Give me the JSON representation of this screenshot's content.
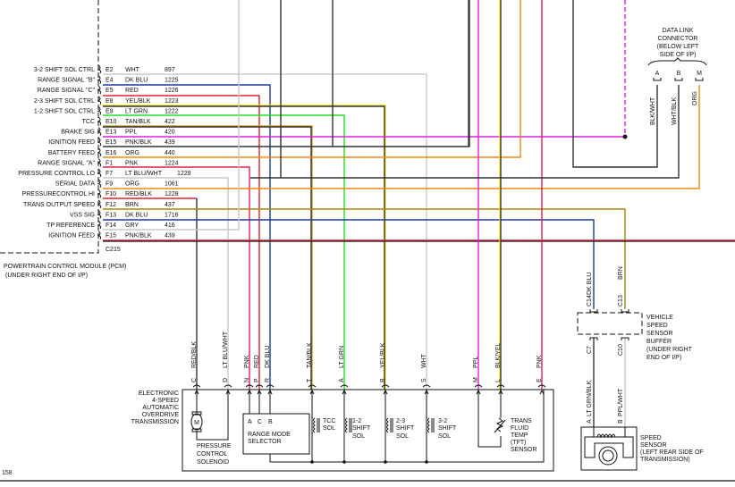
{
  "page_number": "158",
  "pcm": {
    "title_line1": "POWERTRAIN CONTROL MODULE (PCM)",
    "title_line2": "(UNDER RIGHT END OF I/P)",
    "connector_ref": "C215",
    "pins": [
      {
        "label": "3-2 SHIFT SOL CTRL",
        "pin": "E2",
        "color_name": "WHT",
        "circuit": "897",
        "color": "#c8cdc8"
      },
      {
        "label": "RANGE SIGNAL \"B\"",
        "pin": "E4",
        "color_name": "DK BLU",
        "circuit": "1225",
        "color": "#1f3a9e"
      },
      {
        "label": "RANGE SIGNAL \"C\"",
        "pin": "E5",
        "color_name": "RED",
        "circuit": "1226",
        "color": "#e0202a"
      },
      {
        "label": "2-3 SHIFT SOL CTRL",
        "pin": "E8",
        "color_name": "YEL/BLK",
        "circuit": "1223",
        "color": "#f4e800"
      },
      {
        "label": "1-2 SHIFT SOL CTRL",
        "pin": "E9",
        "color_name": "LT GRN",
        "circuit": "1222",
        "color": "#22e022"
      },
      {
        "label": "TCC",
        "pin": "E10",
        "color_name": "TAN/BLK",
        "circuit": "422",
        "color": "#d4a020"
      },
      {
        "label": "BRAKE SIG",
        "pin": "E13",
        "color_name": "PPL",
        "circuit": "420",
        "color": "#e020e0"
      },
      {
        "label": "IGNITION FEED",
        "pin": "E15",
        "color_name": "PNK/BLK",
        "circuit": "439",
        "color": "#333333"
      },
      {
        "label": "BATTERY FEED",
        "pin": "E16",
        "color_name": "ORG",
        "circuit": "440",
        "color": "#f08a10"
      },
      {
        "label": "RANGE SIGNAL \"A\"",
        "pin": "F1",
        "color_name": "PNK",
        "circuit": "1224",
        "color": "#e0204a"
      },
      {
        "label": "PRESSURE CONTROL LO",
        "pin": "F7",
        "color_name": "LT BLU/WHT",
        "circuit": "1229",
        "color": "#c8c8c8"
      },
      {
        "label": "SERIAL DATA",
        "pin": "F9",
        "color_name": "ORG",
        "circuit": "1061",
        "color": "#f08a10"
      },
      {
        "label": "PRESSURECONTROL HI",
        "pin": "F10",
        "color_name": "RED/BLK",
        "circuit": "1228",
        "color": "#e0202a"
      },
      {
        "label": "TRANS OUTPUT SPEED",
        "pin": "F12",
        "color_name": "BRN",
        "circuit": "437",
        "color": "#a8860a"
      },
      {
        "label": "VSS SIG",
        "pin": "F13",
        "color_name": "DK BLU",
        "circuit": "1716",
        "color": "#1f3a9e"
      },
      {
        "label": "TP REFERENCE",
        "pin": "F14",
        "color_name": "GRY",
        "circuit": "416",
        "color": "#c8c8c8"
      },
      {
        "label": "IGNITION FEED",
        "pin": "F15",
        "color_name": "PNK/BLK",
        "circuit": "439",
        "color": "#e0202a"
      }
    ]
  },
  "dlc": {
    "title": [
      "DATA LINK",
      "CONNECTOR",
      "(BELOW LEFT",
      "SIDE OF I/P)"
    ],
    "pins": [
      {
        "pin": "A",
        "wire": "BLK/WHT",
        "color": "#c8c8c8"
      },
      {
        "pin": "B",
        "wire": "WHT/BLK",
        "color": "#333333"
      },
      {
        "pin": "M",
        "wire": "ORG",
        "color": "#f08a10"
      }
    ]
  },
  "vss_buffer": {
    "title": [
      "VEHICLE",
      "SPEED",
      "SENSOR",
      "BUFFER",
      "(UNDER RIGHT",
      "END OF I/P)"
    ],
    "top_pins": [
      {
        "pin": "C14",
        "wire": "DK BLU"
      },
      {
        "pin": "C13",
        "wire": "BRN"
      }
    ],
    "bottom_pins": [
      {
        "pin": "C7",
        "wire": "LT GRN/BLK"
      },
      {
        "pin": "C10",
        "wire": "PPL/WHT"
      }
    ]
  },
  "speed_sensor": {
    "title": [
      "SPEED",
      "SENSOR",
      "(LEFT REAR SIDE OF",
      "TRANSMISSION)"
    ],
    "pins": [
      {
        "pin": "A",
        "wire": "LT GRN/BLK"
      },
      {
        "pin": "B",
        "wire": "PPL/WHT"
      }
    ]
  },
  "transmission": {
    "title": [
      "ELECTRONIC",
      "4-SPEED",
      "AUTOMATIC",
      "OVERDRIVE",
      "TRANSMISSION"
    ],
    "pins": [
      {
        "pin": "C",
        "wire": "RED/BLK",
        "color": "#333333"
      },
      {
        "pin": "D",
        "wire": "LT BLU/WHT",
        "color": "#c8c8c8"
      },
      {
        "pin": "N",
        "wire": "PNK",
        "color": "#e0204a"
      },
      {
        "pin": "P",
        "wire": "RED",
        "color": "#e0202a"
      },
      {
        "pin": "R",
        "wire": "DK BLU",
        "color": "#1f3a9e"
      },
      {
        "pin": "T",
        "wire": "TAN/BLK",
        "color": "#d4a020"
      },
      {
        "pin": "A",
        "wire": "LT GRN",
        "color": "#22e022"
      },
      {
        "pin": "B",
        "wire": "YEL/BLK",
        "color": "#f4e800"
      },
      {
        "pin": "S",
        "wire": "WHT",
        "color": "#c8c8c8"
      },
      {
        "pin": "M",
        "wire": "PPL",
        "color": "#e020e0"
      },
      {
        "pin": "L",
        "wire": "BLK/YEL",
        "color": "#f4e800"
      },
      {
        "pin": "E",
        "wire": "PNK",
        "color": "#e0204a"
      }
    ],
    "components": {
      "pcs": [
        "PRESSURE",
        "CONTROL",
        "SOLENOID"
      ],
      "motor": "M",
      "range_selector": {
        "pins": [
          "A",
          "C",
          "B"
        ],
        "label": [
          "RANGE MODE",
          "SELECTOR"
        ]
      },
      "tcc": [
        "TCC",
        "SOL"
      ],
      "shift12": [
        "1-2",
        "SHIFT",
        "SOL"
      ],
      "shift23": [
        "2-3",
        "SHIFT",
        "SOL"
      ],
      "shift32": [
        "3-2",
        "SHIFT",
        "SOL"
      ],
      "tft": [
        "TRANS",
        "FLUID",
        "TEMP",
        "(TFT)",
        "SENSOR"
      ]
    }
  }
}
